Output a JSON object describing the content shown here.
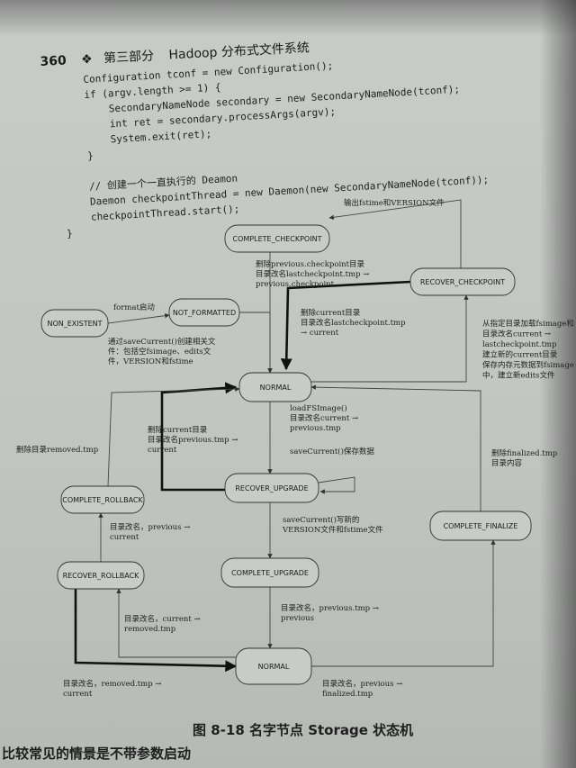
{
  "header": {
    "page_number": "360",
    "part": "第三部分",
    "part_title": "Hadoop 分布式文件系统"
  },
  "code_lines": [
    "Configuration tconf = new Configuration();",
    "if (argv.length >= 1) {",
    "    SecondaryNameNode secondary = new SecondaryNameNode(tconf);",
    "    int ret = secondary.processArgs(argv);",
    "    System.exit(ret);",
    "}",
    "",
    "// 创建一个一直执行的 Deamon",
    "Daemon checkpointThread = new Daemon(new SecondaryNameNode(tconf));",
    "checkpointThread.start();",
    "}"
  ],
  "states": {
    "complete_checkpoint": "COMPLETE_CHECKPOINT",
    "recover_checkpoint": "RECOVER_CHECKPOINT",
    "non_existent": "NON_EXISTENT",
    "not_formatted": "NOT_FORMATTED",
    "normal_top": "NORMAL",
    "complete_rollback": "COMPLETE_ROLLBACK",
    "recover_upgrade": "RECOVER_UPGRADE",
    "complete_finalize": "COMPLETE_FINALIZE",
    "recover_rollback": "RECOVER_ROLLBACK",
    "complete_upgrade": "COMPLETE_UPGRADE",
    "normal_bottom": "NORMAL"
  },
  "labels": {
    "output_fstime": "输出fstime和VERSION文件",
    "delete_prev_checkpoint": [
      "删除previous.checkpoint目录",
      "目录改名lastcheckpoint.tmp →",
      "previous.checkpoint"
    ],
    "format_start": "format启动",
    "save_current": [
      "通过saveCurrent()创建相关文",
      "件：包括空fsimage、edits文",
      "件，VERSION和fstime"
    ],
    "delete_current_rename": [
      "删除current目录",
      "目录改名lastcheckpoint.tmp",
      "→ current"
    ],
    "load_specified": [
      "从指定目录加载fsimage和",
      "目录改名current →",
      "lastcheckpoint.tmp",
      "建立新的current目录",
      "保存内存元数据到fsimage",
      "中，建立新edits文件"
    ],
    "load_fsimage": [
      "loadFSImage()",
      "目录改名current →",
      "previous.tmp"
    ],
    "save_current_data": "saveCurrent()保存数据",
    "delete_removed": "删除目录removed.tmp",
    "delete_current_prev": [
      "删除current目录",
      "目录改名previous.tmp →",
      "current"
    ],
    "delete_finalized": [
      "删除finalized.tmp",
      "目录内容"
    ],
    "rename_previous_current": [
      "目录改名，previous →",
      "current"
    ],
    "save_current_version": [
      "saveCurrent()写新的",
      "VERSION文件和fstime文件"
    ],
    "rename_current_removed": [
      "目录改名，current →",
      "removed.tmp"
    ],
    "rename_previous_tmp": [
      "目录改名，previous.tmp →",
      "previous"
    ],
    "rename_removed_current": [
      "目录改名，removed.tmp →",
      "current"
    ],
    "rename_previous_finalized": [
      "目录改名，previous →",
      "finalized.tmp"
    ]
  },
  "caption": "图 8-18   名字节点 Storage 状态机",
  "bottom_text": "比较常见的情景是不带参数启动"
}
